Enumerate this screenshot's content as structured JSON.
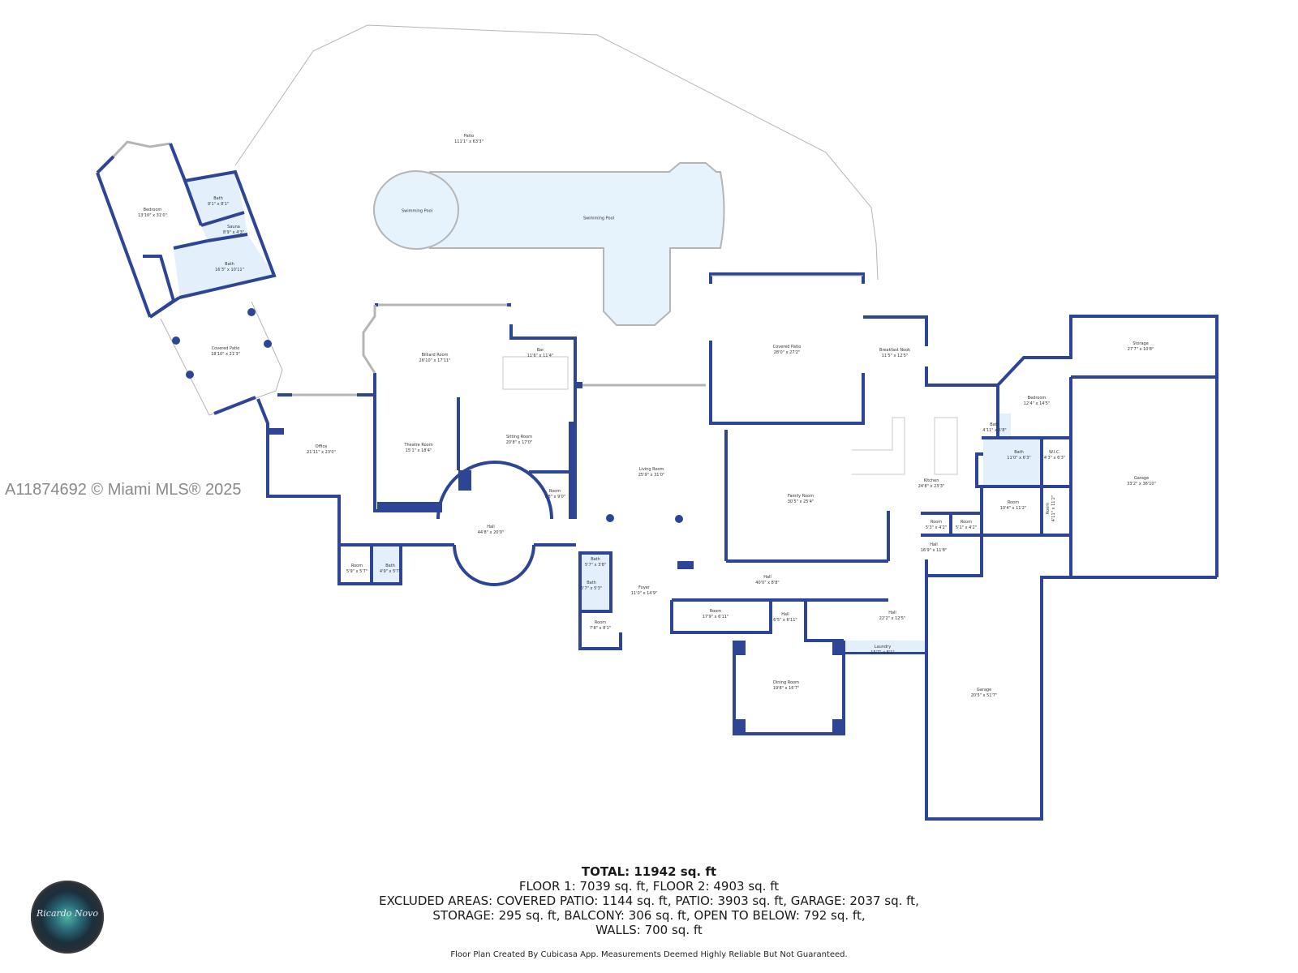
{
  "watermark": "A11874692 © Miami MLS® 2025",
  "logo": {
    "name": "photographer-logo",
    "signature": "Ricardo Novo"
  },
  "colors": {
    "wall": "#2e4596",
    "wet_area": "#e3f0fb",
    "pool": "#e6f2fc",
    "outline": "#b5b5b5",
    "text": "#333333"
  },
  "rooms": [
    {
      "id": "patio",
      "name": "Patio",
      "size": "111'1\" x 63'3\""
    },
    {
      "id": "pool_round",
      "name": "Swimming Pool",
      "size": ""
    },
    {
      "id": "pool_main",
      "name": "Swimming Pool",
      "size": ""
    },
    {
      "id": "bedroom_guest",
      "name": "Bedroom",
      "size": "13'10\" x 31'0\""
    },
    {
      "id": "bath_guest_1",
      "name": "Bath",
      "size": "9'1\" x 8'1\""
    },
    {
      "id": "sauna",
      "name": "Sauna",
      "size": "8'9\" x 4'3\""
    },
    {
      "id": "bath_guest_2",
      "name": "Bath",
      "size": "16'3\" x 10'11\""
    },
    {
      "id": "covered_patio_west",
      "name": "Covered Patio",
      "size": "18'10\" x 21'3\""
    },
    {
      "id": "office",
      "name": "Office",
      "size": "21'11\" x 23'0\""
    },
    {
      "id": "billiard",
      "name": "Billiard Room",
      "size": "26'10\" x 17'11\""
    },
    {
      "id": "bar",
      "name": "Bar",
      "size": "11'6\" x 11'4\""
    },
    {
      "id": "theatre",
      "name": "Theatre Room",
      "size": "15'1\" x 18'4\""
    },
    {
      "id": "sitting",
      "name": "Sitting Room",
      "size": "20'8\" x 17'0\""
    },
    {
      "id": "room_7x9",
      "name": "Room",
      "size": "7'8\" x 9'0\""
    },
    {
      "id": "hall_main",
      "name": "Hall",
      "size": "44'8\" x 20'0\""
    },
    {
      "id": "room_5x5",
      "name": "Room",
      "size": "5'9\" x 5'7\""
    },
    {
      "id": "bath_4x5",
      "name": "Bath",
      "size": "4'9\" x 5'7\""
    },
    {
      "id": "living",
      "name": "Living Room",
      "size": "25'9\" x 31'0\""
    },
    {
      "id": "covered_patio_center",
      "name": "Covered Patio",
      "size": "28'0\" x 27'2\""
    },
    {
      "id": "breakfast",
      "name": "Breakfast Nook",
      "size": "11'5\" x 12'5\""
    },
    {
      "id": "family",
      "name": "Family Room",
      "size": "30'5\" x 25'4\""
    },
    {
      "id": "kitchen",
      "name": "Kitchen",
      "size": "24'8\" x 23'3\""
    },
    {
      "id": "bedroom_east",
      "name": "Bedroom",
      "size": "12'4\" x 14'5\""
    },
    {
      "id": "bath_4x5_east",
      "name": "Bath",
      "size": "4'11\" x 5'8\""
    },
    {
      "id": "bath_11x6",
      "name": "Bath",
      "size": "11'0\" x 6'3\""
    },
    {
      "id": "wlc",
      "name": "W.I.C.",
      "size": "4'3\" x 6'3\""
    },
    {
      "id": "room_10x11",
      "name": "Room",
      "size": "10'4\" x 11'2\""
    },
    {
      "id": "room_4x11",
      "name": "Room",
      "size": "4'11\" x 11'2\""
    },
    {
      "id": "room_5x4a",
      "name": "Room",
      "size": "5'3\" x 4'2\""
    },
    {
      "id": "room_5x4b",
      "name": "Room",
      "size": "5'1\" x 4'2\""
    },
    {
      "id": "hall_16x11",
      "name": "Hall",
      "size": "16'9\" x 11'8\""
    },
    {
      "id": "storage",
      "name": "Storage",
      "size": "27'7\" x 10'8\""
    },
    {
      "id": "garage_east",
      "name": "Garage",
      "size": "33'2\" x 36'10\""
    },
    {
      "id": "bath_5x3",
      "name": "Bath",
      "size": "5'7\" x 3'8\""
    },
    {
      "id": "bath_5x5",
      "name": "Bath",
      "size": "5'7\" x 5'3\""
    },
    {
      "id": "room_7x8",
      "name": "Room",
      "size": "7'8\" x 8'1\""
    },
    {
      "id": "foyer",
      "name": "Foyer",
      "size": "11'0\" x 14'9\""
    },
    {
      "id": "hall_40x8",
      "name": "Hall",
      "size": "40'0\" x 8'8\""
    },
    {
      "id": "room_17x6",
      "name": "Room",
      "size": "17'9\" x 6'11\""
    },
    {
      "id": "hall_6x6",
      "name": "Hall",
      "size": "6'5\" x 6'11\""
    },
    {
      "id": "hall_22x12",
      "name": "Hall",
      "size": "22'2\" x 12'5\""
    },
    {
      "id": "laundry",
      "name": "Laundry",
      "size": "15'7\" x 8'1\""
    },
    {
      "id": "dining",
      "name": "Dining Room",
      "size": "19'8\" x 16'7\""
    },
    {
      "id": "garage_south",
      "name": "Garage",
      "size": "20'5\" x 51'7\""
    }
  ],
  "summary": {
    "total": "TOTAL: 11942 sq. ft",
    "floors": "FLOOR 1: 7039 sq. ft, FLOOR 2: 4903 sq. ft",
    "excluded_1": "EXCLUDED AREAS: COVERED PATIO: 1144 sq. ft, PATIO: 3903 sq. ft, GARAGE: 2037 sq. ft,",
    "excluded_2": "STORAGE: 295 sq. ft, BALCONY: 306 sq. ft, OPEN TO BELOW: 792 sq. ft,",
    "walls": "WALLS: 700 sq. ft"
  },
  "footnote": "Floor Plan Created By Cubicasa App. Measurements Deemed Highly Reliable But Not Guaranteed."
}
